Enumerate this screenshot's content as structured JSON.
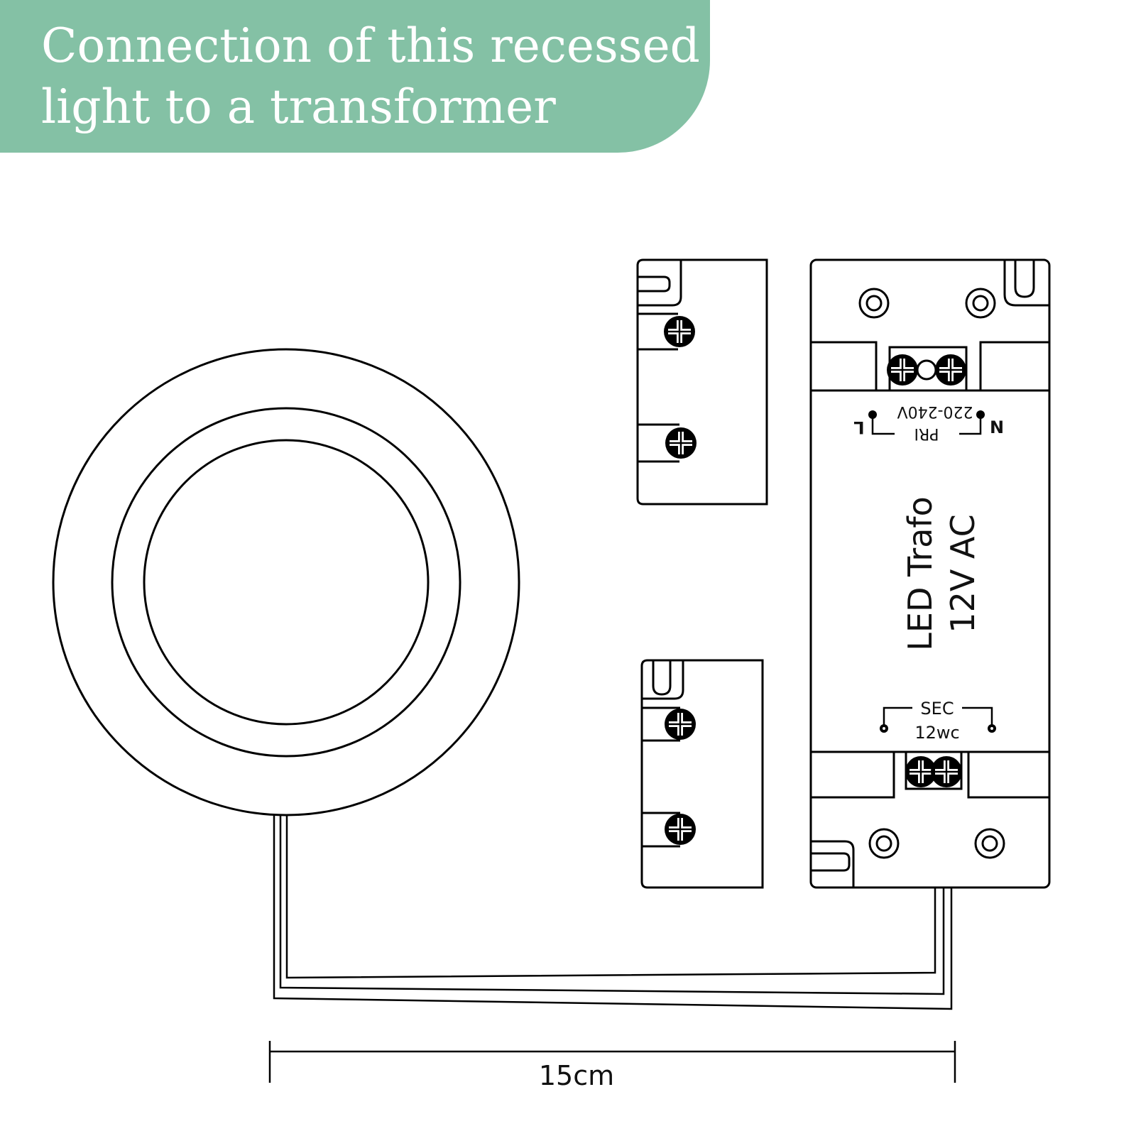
{
  "header": {
    "title_line1": "Connection of this recessed",
    "title_line2": "light to a transformer",
    "background_color": "#84c1a5",
    "text_color": "#ffffff"
  },
  "transformer": {
    "name_line1": "LED Trafo",
    "name_line2": "12V AC",
    "primary": {
      "label": "PRI",
      "voltage": "220-240V",
      "terminal_left": "L",
      "terminal_right": "N"
    },
    "secondary": {
      "label": "SEC",
      "voltage": "12wc"
    }
  },
  "dimension": {
    "label": "15cm"
  },
  "icons": {
    "screw": "screw-icon",
    "mount_hole": "mount-hole-icon",
    "terminal_dot": "terminal-dot-icon"
  }
}
